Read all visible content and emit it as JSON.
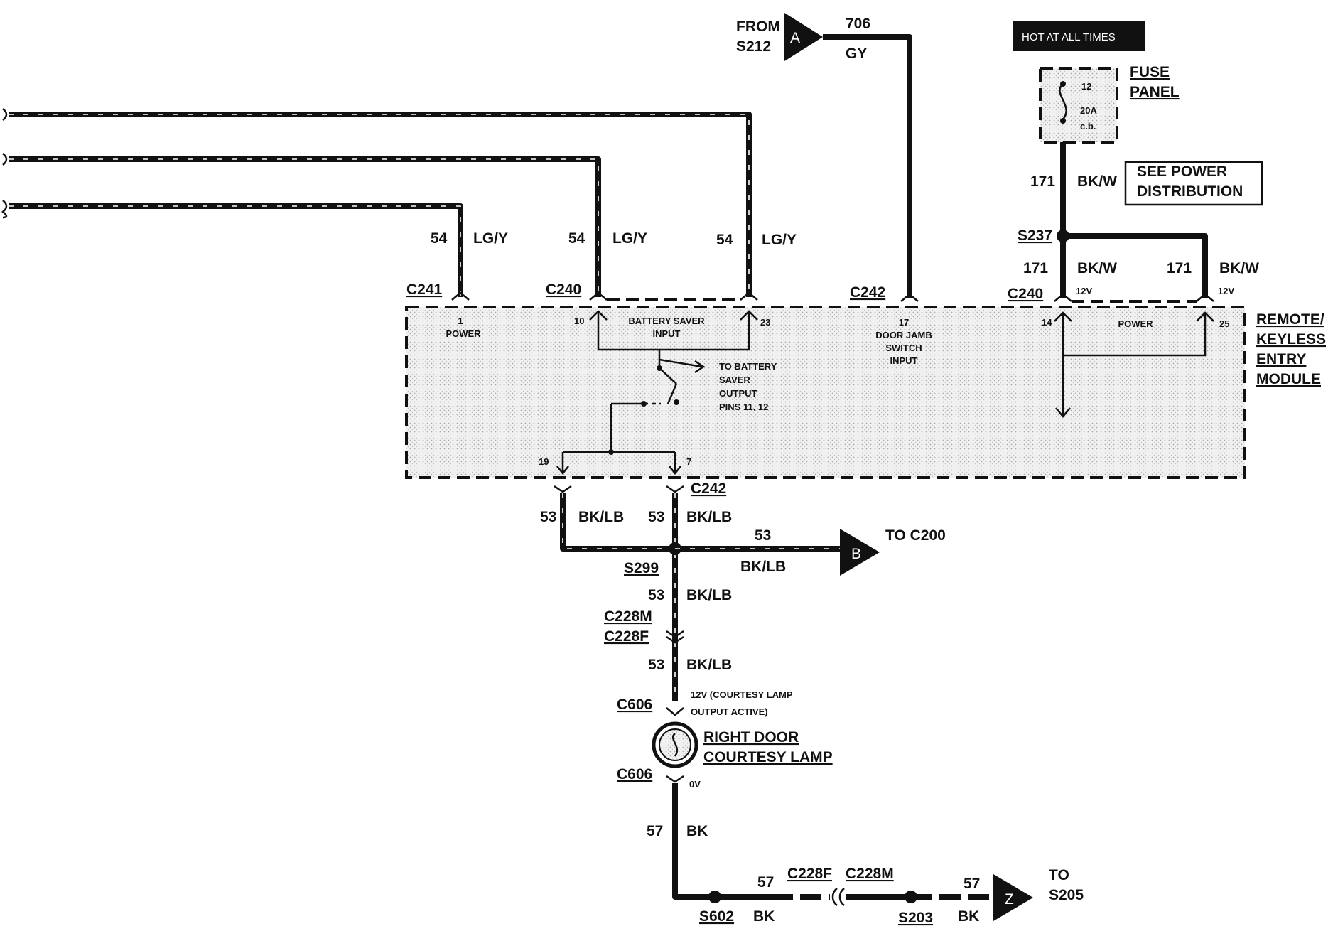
{
  "source": {
    "from": "FROM",
    "splice": "S212",
    "ref": "A",
    "circuit": "706",
    "color": "GY"
  },
  "hot_at_all_times": "HOT AT ALL TIMES",
  "fuse_panel": {
    "label": "FUSE PANEL",
    "line1": "FUSE",
    "line2": "PANEL",
    "fuse_no": "12",
    "rating": "20A",
    "type": "c.b."
  },
  "see_power": {
    "line1": "SEE POWER",
    "line2": "DISTRIBUTION"
  },
  "power_feed": {
    "circuit": "171",
    "color": "BK/W",
    "splice": "S237",
    "voltage": "12V"
  },
  "lgy_wires": [
    {
      "circuit": "54",
      "color": "LG/Y",
      "connector": "C241",
      "pin": "1",
      "pin_label": "POWER"
    },
    {
      "circuit": "54",
      "color": "LG/Y",
      "connector": "C240",
      "pin": "10"
    },
    {
      "circuit": "54",
      "color": "LG/Y",
      "connector": "",
      "pin": "23"
    }
  ],
  "battery_saver": {
    "input_line1": "BATTERY SAVER",
    "input_line2": "INPUT",
    "out_line1": "TO BATTERY",
    "out_line2": "SAVER",
    "out_line3": "OUTPUT",
    "out_line4": "PINS 11, 12"
  },
  "door_jamb": {
    "connector": "C242",
    "pin": "17",
    "line1": "DOOR JAMB",
    "line2": "SWITCH",
    "line3": "INPUT"
  },
  "module": {
    "line1": "REMOTE/",
    "line2": "KEYLESS",
    "line3": "ENTRY",
    "line4": "MODULE",
    "power_connector": "C240",
    "pin14": "14",
    "pin25": "25",
    "power_label": "POWER"
  },
  "output": {
    "pin19": "19",
    "pin7": "7",
    "connector": "C242",
    "circuit": "53",
    "color": "BK/LB",
    "splice": "S299",
    "to_ref": "B",
    "to_label": "TO C200",
    "inline_m": "C228M",
    "inline_f": "C228F"
  },
  "lamp": {
    "connector": "C606",
    "volts_line1": "12V (COURTESY LAMP",
    "volts_line2": "OUTPUT ACTIVE)",
    "name_line1": "RIGHT DOOR",
    "name_line2": "COURTESY LAMP",
    "ground_volts": "0V"
  },
  "ground": {
    "circuit": "57",
    "color": "BK",
    "splice_a": "S602",
    "conn_f": "C228F",
    "conn_m": "C228M",
    "splice_b": "S203",
    "to_ref": "Z",
    "to_line1": "TO",
    "to_line2": "S205"
  }
}
